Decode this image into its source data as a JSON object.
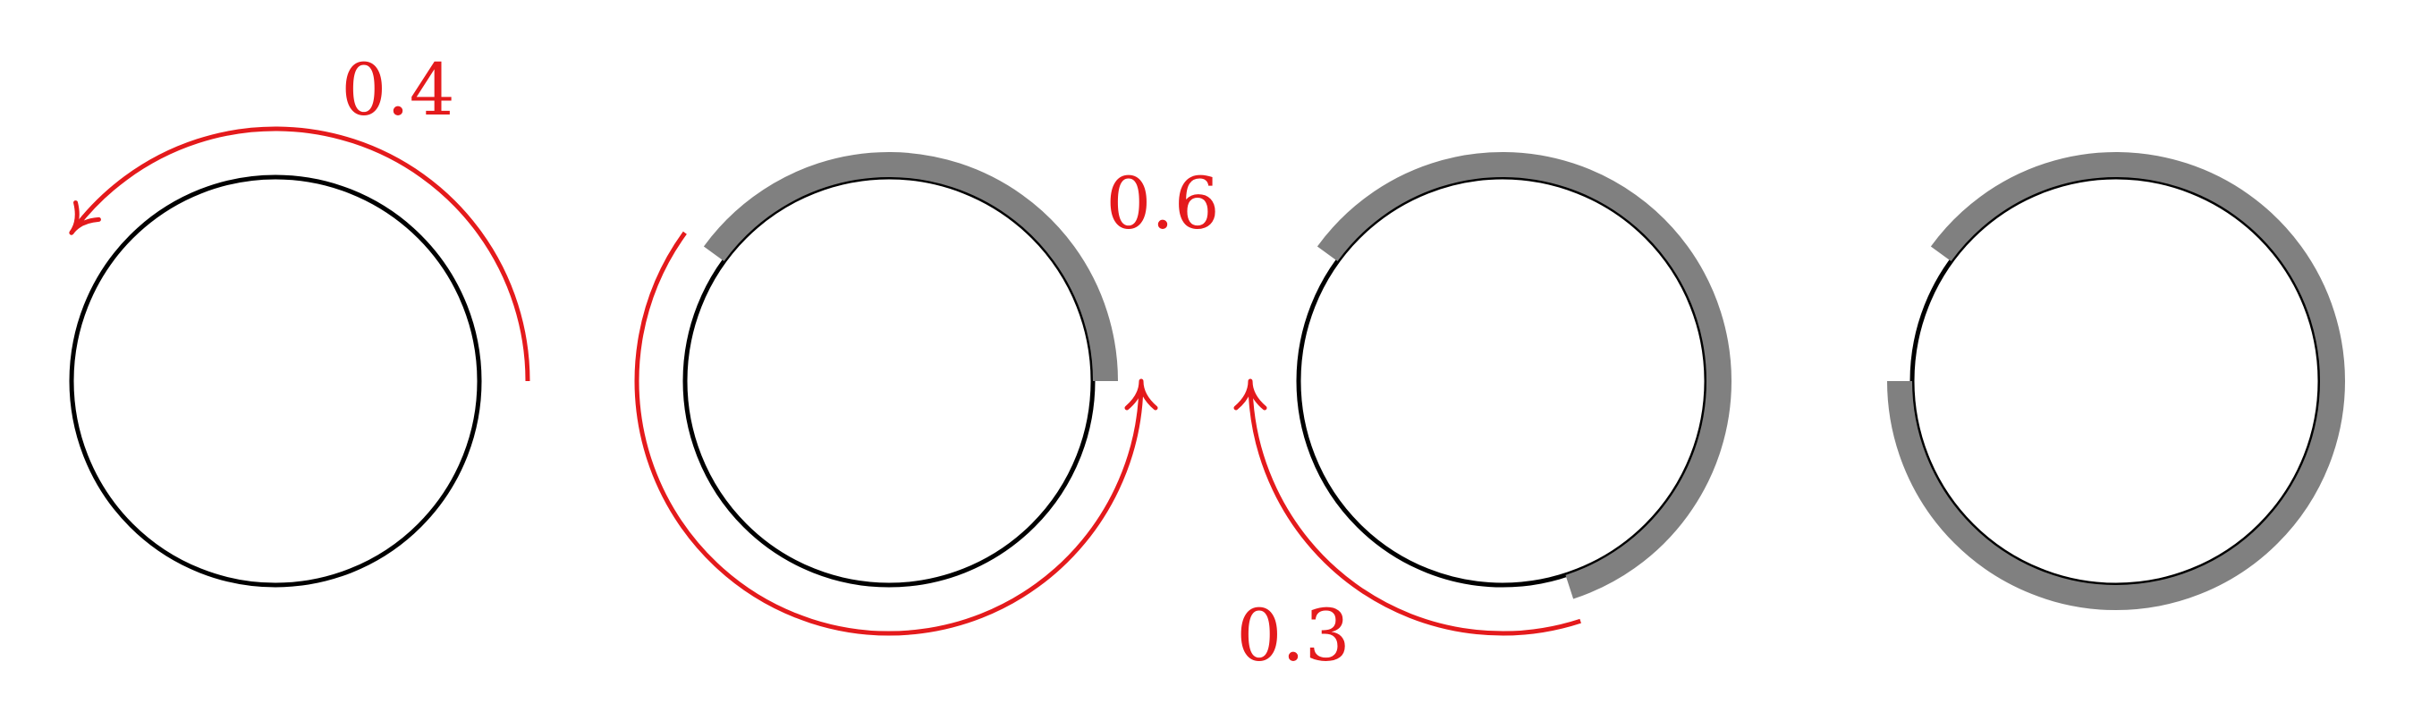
{
  "colors": {
    "circle": "#000000",
    "progress": "#808080",
    "arrow": "#e41a1c",
    "background": "#ffffff"
  },
  "steps": [
    {
      "id": "step-1",
      "covered": [],
      "arrow": {
        "from": 0,
        "to": 0.4,
        "direction": "counterclockwise",
        "label": "0.4"
      }
    },
    {
      "id": "step-2",
      "covered": [
        [
          0,
          0.4
        ]
      ],
      "arrow": {
        "from": 0.4,
        "to": 1.0,
        "direction": "counterclockwise",
        "label": "0.6"
      }
    },
    {
      "id": "step-3",
      "covered": [
        [
          0,
          0.4
        ],
        [
          0.8,
          1.0
        ]
      ],
      "arrow": {
        "from": 0.8,
        "to": 0.5,
        "direction": "clockwise",
        "label": "0.3"
      }
    },
    {
      "id": "step-4",
      "covered": [
        [
          0,
          0.4
        ],
        [
          0.5,
          1.0
        ]
      ],
      "arrow": null
    }
  ]
}
